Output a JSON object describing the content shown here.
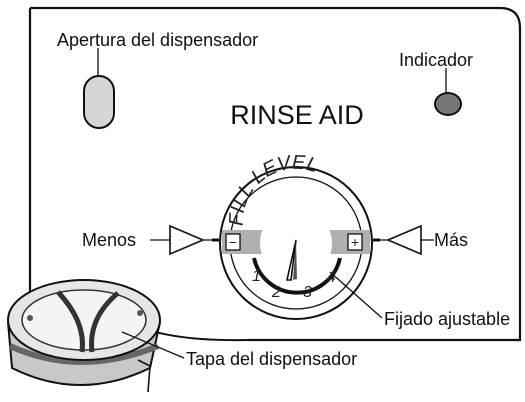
{
  "panel": {
    "title": "RINSE AID",
    "dial_text": "FILL LEVEL",
    "dial_numbers": [
      "1",
      "2",
      "3",
      "4"
    ],
    "minus_symbol": "−",
    "plus_symbol": "+"
  },
  "callouts": {
    "apertura": "Apertura del dispensador",
    "indicador": "Indicador",
    "menos": "Menos",
    "mas": "Más",
    "fijado": "Fijado ajustable",
    "tapa": "Tapa del dispensador"
  }
}
